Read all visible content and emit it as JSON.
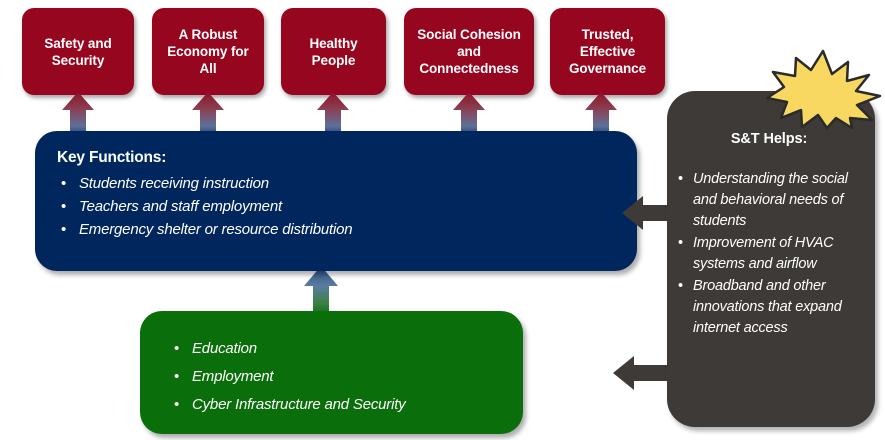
{
  "diagram": {
    "title_hidden": "School systems national critical functions diagram",
    "colors": {
      "outcome_red": "#97061f",
      "functions_blue": "#00265e",
      "foundations_green": "#0a6e0b",
      "panel_gray": "#3d3a37",
      "starburst_yellow": "#f8d860",
      "arrow_gray": "#3d3a37"
    }
  },
  "outcomes": [
    {
      "id": "safety-and-security",
      "label": "Safety and Security"
    },
    {
      "id": "robust-economy-for-all",
      "label": "A Robust Economy for All"
    },
    {
      "id": "healthy-people",
      "label": "Healthy People"
    },
    {
      "id": "social-cohesion",
      "label": "Social Cohesion and Connectedness"
    },
    {
      "id": "trusted-governance",
      "label": "Trusted, Effective Governance"
    }
  ],
  "key_functions": {
    "title": "Key Functions:",
    "items": [
      "Students receiving instruction",
      "Teachers and staff employment",
      "Emergency shelter or resource distribution"
    ]
  },
  "foundations": {
    "items": [
      "Education",
      "Employment",
      "Cyber Infrastructure and Security"
    ]
  },
  "st_panel": {
    "title": "S&T Helps:",
    "items": [
      "Understanding the social and behavioral needs of students",
      "Improvement of HVAC systems and airflow",
      "Broadband and other innovations that expand internet access"
    ]
  }
}
